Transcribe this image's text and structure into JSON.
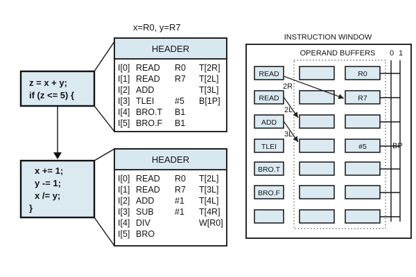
{
  "code_blocks": [
    {
      "lines": [
        "z = x + y;",
        "if (z <= 5) {"
      ]
    },
    {
      "lines": [
        "x += 1;",
        "y -= 1;",
        "x /= y;",
        "}"
      ]
    }
  ],
  "top_label": "x=R0, y=R7",
  "header_label": "HEADER",
  "blocks": [
    {
      "instructions": [
        [
          "I[0]",
          "READ",
          "R0",
          "T[2R]"
        ],
        [
          "I[1]",
          "READ",
          "R7",
          "T[2L]"
        ],
        [
          "I[2]",
          "ADD",
          "",
          "T[3L]"
        ],
        [
          "I[3]",
          "TLEI",
          "#5",
          "B[1P]"
        ],
        [
          "I[4]",
          "BRO.T",
          "B1",
          ""
        ],
        [
          "I[5]",
          "BRO.F",
          "B1",
          ""
        ]
      ]
    },
    {
      "instructions": [
        [
          "I[0]",
          "READ",
          "R0",
          "T[2L]"
        ],
        [
          "I[1]",
          "READ",
          "R7",
          "T[3L]"
        ],
        [
          "I[2]",
          "ADD",
          "#1",
          "T[4L]"
        ],
        [
          "I[3]",
          "SUB",
          "#1",
          "T[4R]"
        ],
        [
          "I[4]",
          "DIV",
          "",
          "W[R0]"
        ],
        [
          "I[5]",
          "BRO",
          "",
          ""
        ]
      ]
    }
  ],
  "window": {
    "title": "INSTRUCTION WINDOW",
    "operand_label": "OPERAND BUFFERS",
    "bit_labels": [
      "0",
      "1"
    ],
    "bp_label": "BP",
    "rows": [
      {
        "op": "READ",
        "left": "",
        "right": "R0"
      },
      {
        "op": "READ",
        "left": "",
        "right": "R7"
      },
      {
        "op": "ADD",
        "left": "",
        "right": ""
      },
      {
        "op": "TLEI",
        "left": "",
        "right": "#5"
      },
      {
        "op": "BRO.T",
        "left": "",
        "right": ""
      },
      {
        "op": "BRO.F",
        "left": "",
        "right": ""
      },
      {
        "op": "",
        "left": "",
        "right": ""
      }
    ],
    "arrow_labels": [
      "2R",
      "2L",
      "3L"
    ]
  }
}
